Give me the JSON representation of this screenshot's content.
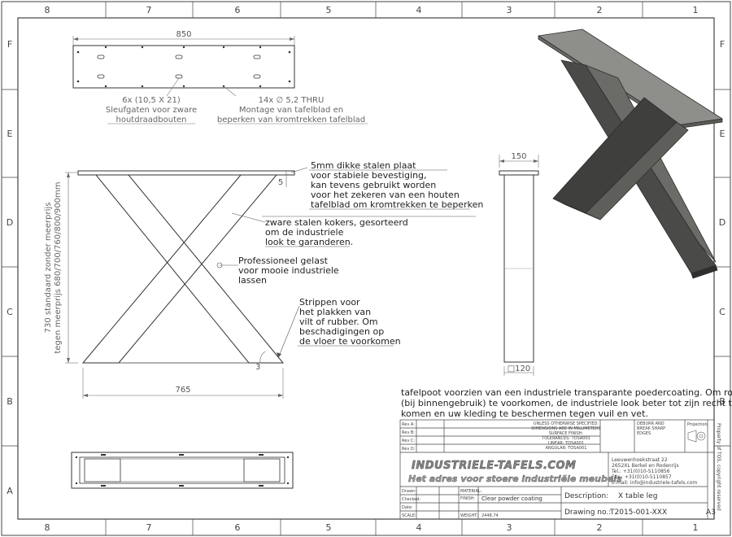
{
  "zones": {
    "columns": [
      "8",
      "7",
      "6",
      "5",
      "4",
      "3",
      "2",
      "1"
    ],
    "rows": [
      "F",
      "E",
      "D",
      "C",
      "B",
      "A"
    ]
  },
  "top_view": {
    "width_dim": "850",
    "slot_callout_line1": "6x (10,5 X 21)",
    "slot_callout_line2": "Sleufgaten voor zware",
    "slot_callout_line3": "houtdraadbouten",
    "hole_callout_line1": "14x ∅ 5,2 THRU",
    "hole_callout_line2": "Montage van tafelblad en",
    "hole_callout_line3": "beperken van kromtrekken tafelblad"
  },
  "front_view": {
    "height_label_line1": "730 standaard zonder meerprijs",
    "height_label_line2": "tegen meerprijs 680/700/760/800/900mm",
    "base_dim": "765",
    "plate_thickness_dim": "5",
    "foot_dim": "3",
    "plate_note": [
      "5mm dikke stalen plaat",
      "voor stabiele bevestiging,",
      "kan tevens gebruikt worden",
      "voor het zekeren van een houten",
      "tafelblad om kromtrekken te beperken"
    ],
    "tube_note": [
      "zware stalen kokers, gesorteerd",
      "om de industriele",
      "look te garanderen."
    ],
    "weld_note": [
      "Professioneel gelast",
      "voor mooie industriele",
      "lassen"
    ],
    "strip_note": [
      "Strippen voor",
      "het plakken van",
      "vilt of rubber. Om",
      "beschadigingen op",
      "de vloer te voorkomen"
    ]
  },
  "side_view": {
    "top_dim": "150",
    "profile_dim": "□120"
  },
  "coating_note": [
    "tafelpoot voorzien van een industriele transparante poedercoating. Om roest",
    "(bij binnengebruik) te voorkomen, de industriele look beter tot zijn recht te laten",
    "komen en uw kleding te beschermen tegen vuil en vet."
  ],
  "title_block": {
    "rev_labels": [
      "Rev A:",
      "Rev B:",
      "Rev C:",
      "Rev D:"
    ],
    "tolerances": [
      "UNLESS OTHERWISE SPECIFIED:",
      "DIMENSIONS ARE IN MILLIMETERS",
      "SURFACE FINISH:",
      "TOLERANCES: TOSA001",
      "LINEAR: TOSA001",
      "ANGULAR: TOSA001"
    ],
    "deburr": [
      "DEBURR AND",
      "BREAK SHARP",
      "EDGES"
    ],
    "projection_label": "Projection",
    "brand_name": "INDUSTRIELE-TAFELS.COM",
    "brand_tagline": "Het adres voor stoere industriële meubels",
    "address": [
      "Leeuwenhoekstraat 22",
      "2652XL  Berkel en Rodenrijs",
      "Tel.: +31(0)10-5110856",
      "Fax.: +31(0)10-5110857",
      "E-mail: info@industriele-tafels.com"
    ],
    "copyright": "Property of TOS, copyright reserved",
    "row_labels": [
      "Drawn:",
      "Checked:",
      "Date:",
      "SCALE:"
    ],
    "material_label": "MATERIAL:",
    "finish_label": "FINISH:",
    "finish_value": "Clear powder coating",
    "weight_label": "WEIGHT:",
    "weight_value": "2448,74",
    "description_label": "Description:",
    "description_value": "X table leg",
    "drawing_no_label": "Drawing no.:",
    "drawing_no_value": "T2015-001-XXX",
    "sheet_size": "A3"
  },
  "colors": {
    "line": "#333333",
    "steel_dark": "#4a4a48",
    "steel_mid": "#6b6b68",
    "steel_light": "#8e8e8a"
  }
}
